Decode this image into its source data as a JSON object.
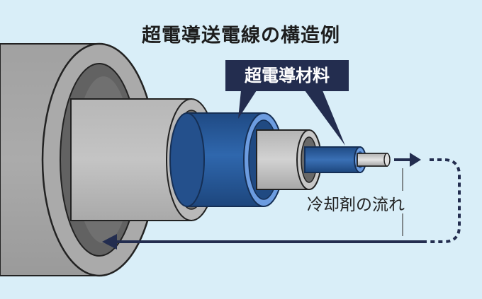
{
  "diagram": {
    "title": "超電導送電線の構造例",
    "callout_label": "超電導材料",
    "flow_label": "冷却剤の流れ",
    "colors": {
      "background": "#d9eef8",
      "pipe": "#a9a9a9",
      "pipe_dark": "#5e5e5e",
      "superconductor": "#2d5e9c",
      "superconductor_edge": "#1a3f72",
      "ring_light": "#6c9ce0",
      "core": "#bdbdbd",
      "callout_bg": "#232d4f",
      "arrow": "#232d4f"
    }
  }
}
